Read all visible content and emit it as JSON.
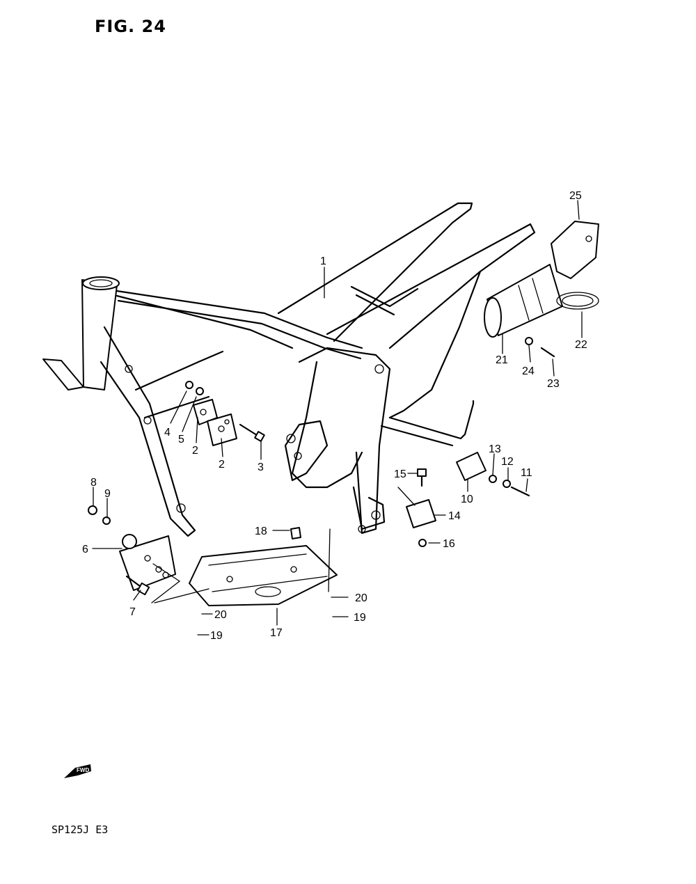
{
  "figure": {
    "title": "FIG. 24",
    "model": "SP125J E3",
    "fwd_label": "FWD"
  },
  "callouts": {
    "c1": "1",
    "c2a": "2",
    "c2b": "2",
    "c3": "3",
    "c4": "4",
    "c5": "5",
    "c6": "6",
    "c7": "7",
    "c8": "8",
    "c9": "9",
    "c10": "10",
    "c11": "11",
    "c12": "12",
    "c13": "13",
    "c14": "14",
    "c15": "15",
    "c16": "16",
    "c17": "17",
    "c18": "18",
    "c19a": "19",
    "c19b": "19",
    "c20a": "20",
    "c20b": "20",
    "c21": "21",
    "c22": "22",
    "c23": "23",
    "c24": "24",
    "c25": "25"
  }
}
